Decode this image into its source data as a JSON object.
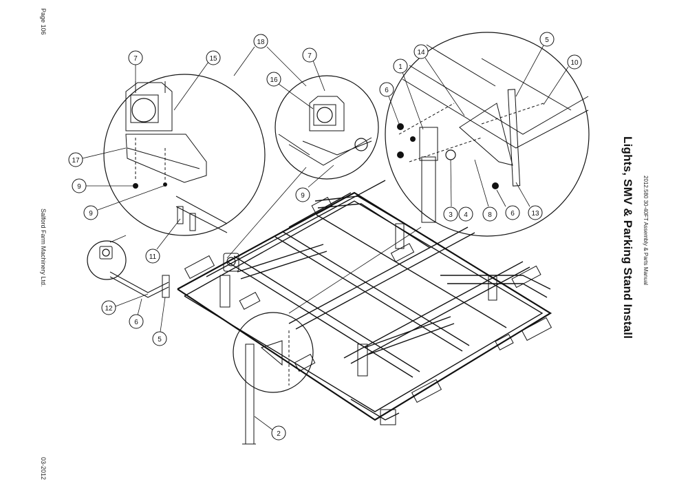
{
  "page": {
    "page_number": "Page 106",
    "company": "Salford Farm Machinery Ltd.",
    "date": "03-2012",
    "manual": "2012.580 30-40FT Assembly & Parts Manual",
    "title": "Lights, SMV & Parking Stand Install"
  },
  "callouts": [
    "1",
    "2",
    "3",
    "4",
    "5",
    "6",
    "7",
    "8",
    "9",
    "10",
    "11",
    "12",
    "13",
    "14",
    "15",
    "16",
    "17",
    "18"
  ],
  "drawing": {
    "balloon_labels": [
      "7",
      "15",
      "18",
      "7",
      "16",
      "17",
      "9",
      "9",
      "9",
      "11",
      "12",
      "6",
      "5",
      "14",
      "1",
      "5",
      "10",
      "6",
      "3",
      "4",
      "8",
      "6",
      "13",
      "2"
    ]
  }
}
